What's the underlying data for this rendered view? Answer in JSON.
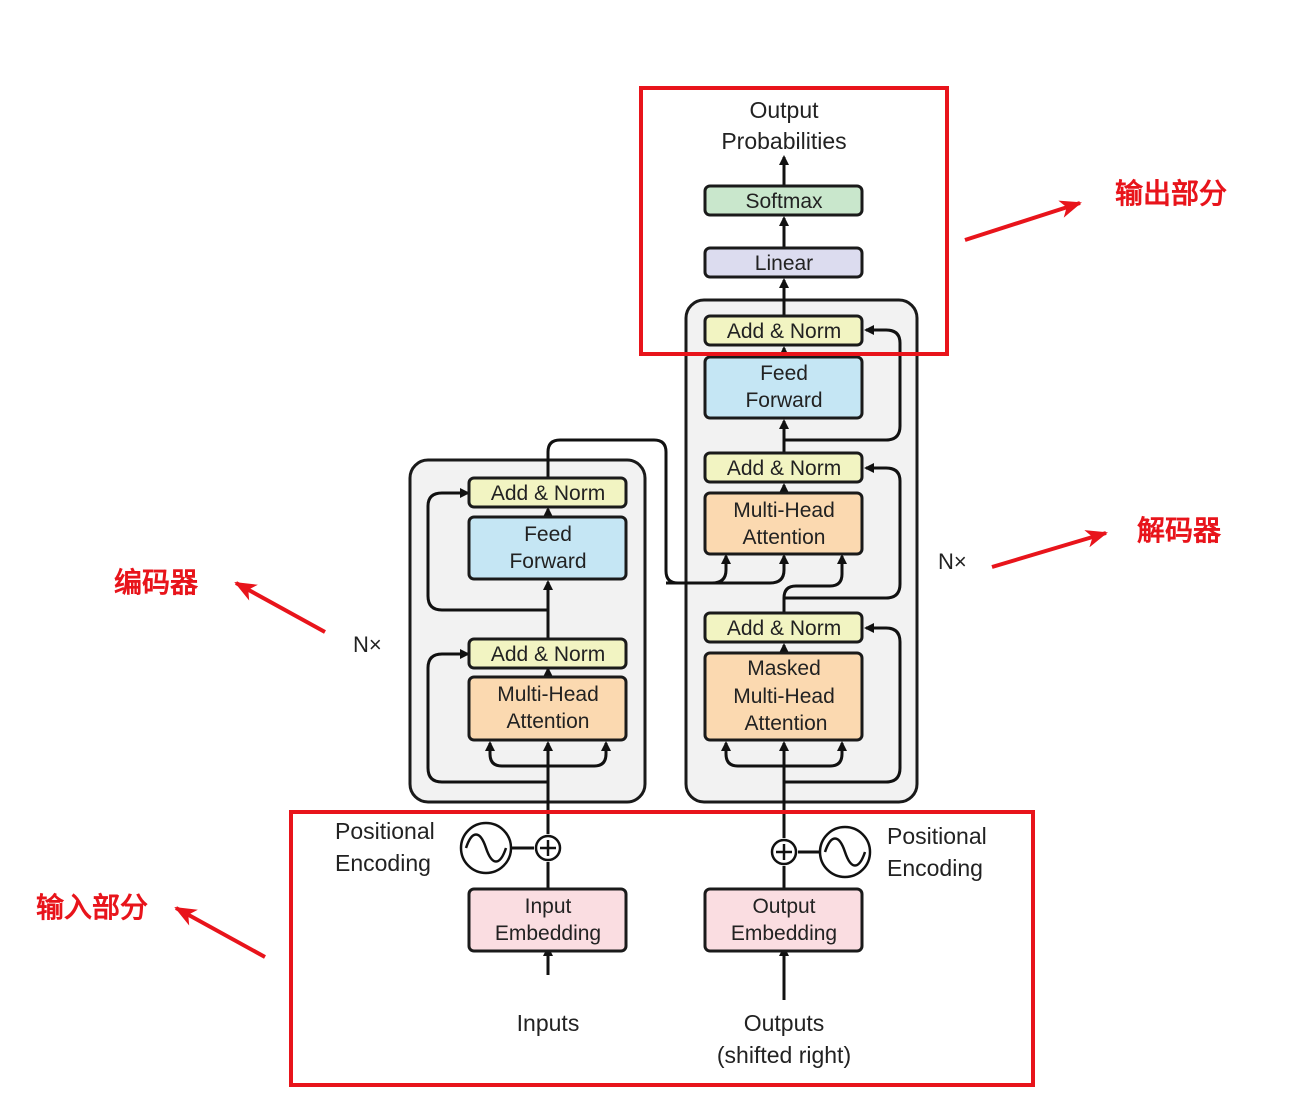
{
  "output_probabilities": [
    "Output",
    "Probabilities"
  ],
  "softmax": "Softmax",
  "linear": "Linear",
  "add_norm": "Add & Norm",
  "feed_forward": [
    "Feed",
    "Forward"
  ],
  "multi_head_attention": [
    "Multi-Head",
    "Attention"
  ],
  "masked_multi_head_attention": [
    "Masked",
    "Multi-Head",
    "Attention"
  ],
  "input_embedding": [
    "Input",
    "Embedding"
  ],
  "output_embedding": [
    "Output",
    "Embedding"
  ],
  "positional_encoding": [
    "Positional",
    "Encoding"
  ],
  "inputs": "Inputs",
  "outputs": [
    "Outputs",
    "(shifted right)"
  ],
  "nx": "N×",
  "annotations": {
    "output_part": "输出部分",
    "decoder": "解码器",
    "encoder": "编码器",
    "input_part": "输入部分"
  },
  "colors": {
    "add_norm": "#f2f4c2",
    "feed_forward": "#c5e6f4",
    "attention": "#fbd9b0",
    "embedding": "#fadde1",
    "softmax": "#c9e7cc",
    "linear": "#dcdcef",
    "stack_bg": "#f2f2f2",
    "annotation": "#e8141b"
  }
}
